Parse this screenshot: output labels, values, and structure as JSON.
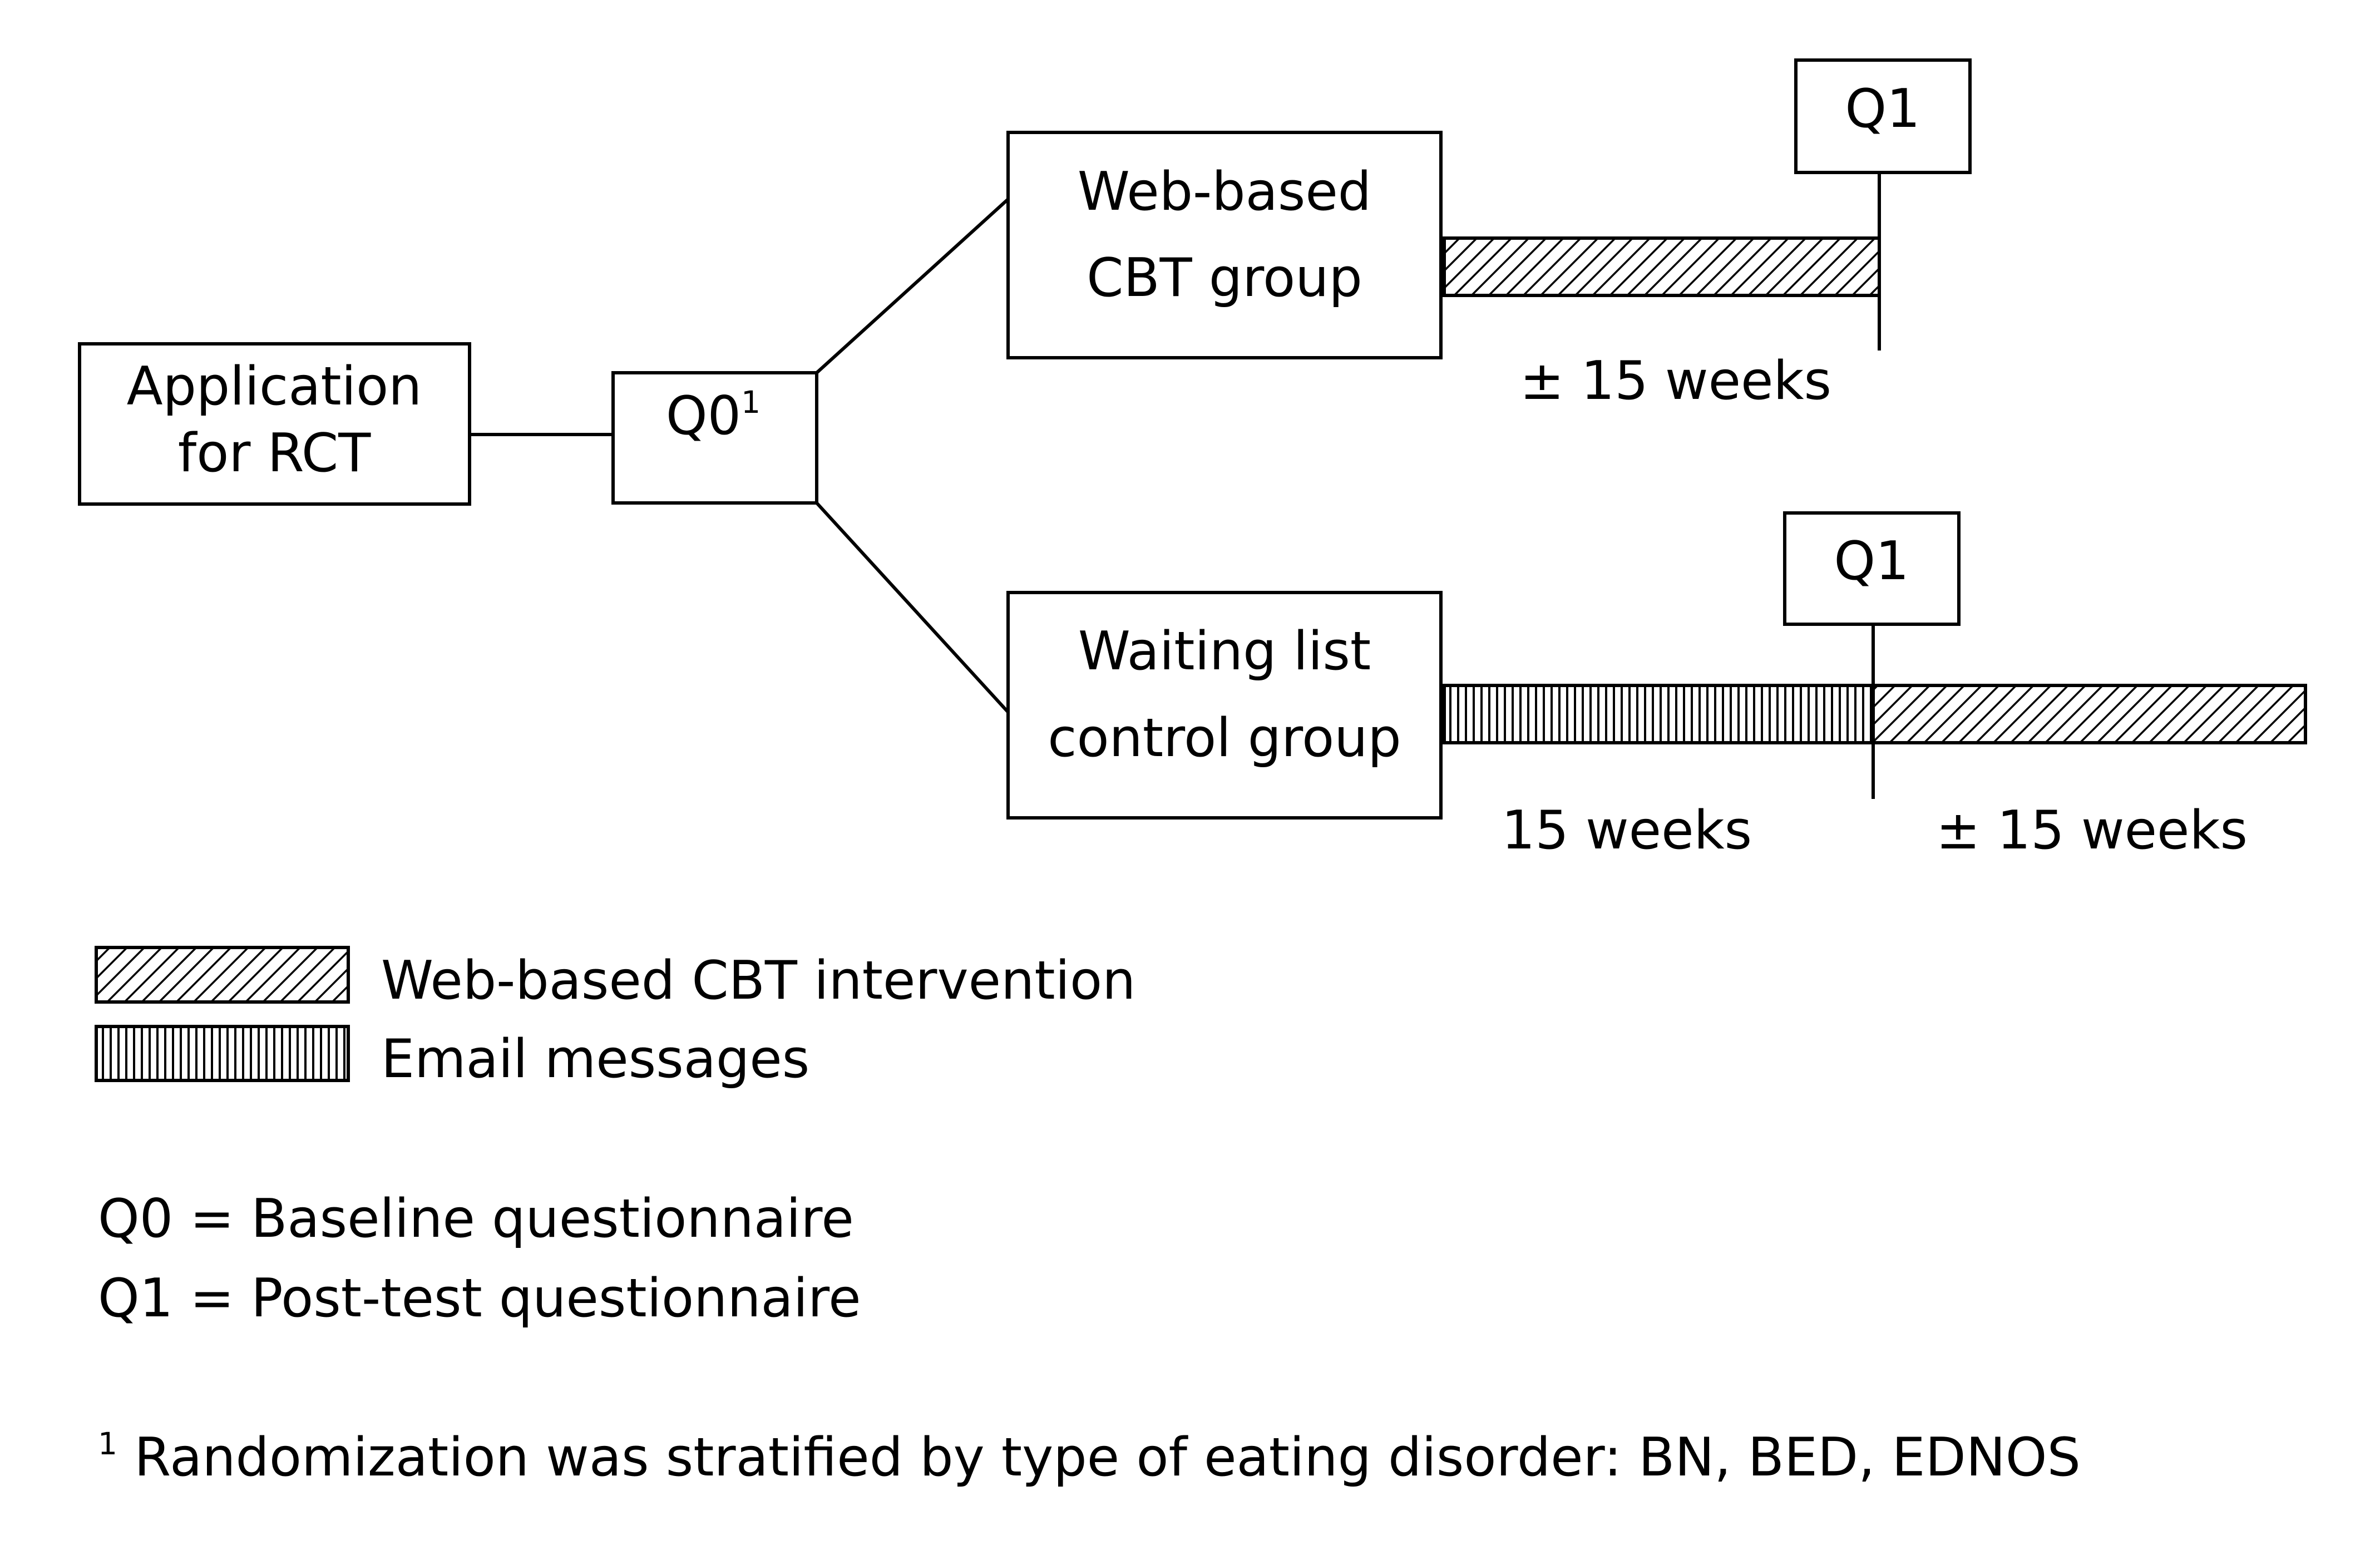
{
  "nodes": {
    "application": {
      "line1": "Application",
      "line2": "for RCT"
    },
    "q0": {
      "label": "Q0",
      "sup": "1"
    },
    "web_group": {
      "line1": "Web-based",
      "line2": "CBT group"
    },
    "waiting_group": {
      "line1": "Waiting list",
      "line2": "control group"
    },
    "q1_top": {
      "label": "Q1"
    },
    "q1_bottom": {
      "label": "Q1"
    }
  },
  "periods": {
    "web_intervention": "± 15 weeks",
    "waiting_email": "15 weeks",
    "waiting_intervention": "± 15 weeks"
  },
  "legend": [
    {
      "pattern": "diagonal-hatch",
      "label": "Web-based CBT intervention"
    },
    {
      "pattern": "vertical-hatch",
      "label": "Email messages"
    }
  ],
  "definitions": [
    "Q0 = Baseline questionnaire",
    "Q1 = Post-test questionnaire"
  ],
  "footnote": {
    "marker": "1",
    "text": " Randomization was stratified by type of eating disorder: BN, BED, EDNOS"
  },
  "colors": {
    "stroke": "#000000",
    "background": "#ffffff"
  }
}
